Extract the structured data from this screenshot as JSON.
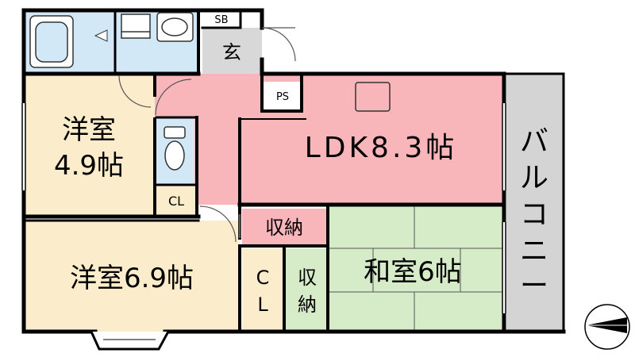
{
  "rooms": {
    "western_a": {
      "line1": "洋室",
      "line2": "4.9帖"
    },
    "western_b": "洋室6.9帖",
    "ldk": "LDK8.3帖",
    "japanese": "和室6帖",
    "entrance": "玄",
    "shoe_box": "SB",
    "pipe_space": "PS",
    "closet_a": "CL",
    "closet_b": {
      "line1": "C",
      "line2": "L"
    },
    "storage_a": "収納",
    "storage_b": {
      "line1": "収",
      "line2": "納"
    },
    "balcony": [
      "バ",
      "ル",
      "コ",
      "ニ",
      "ー"
    ]
  },
  "colors": {
    "western": "#fbeccb",
    "ldk": "#f8b6bb",
    "japanese": "#d6ecc9",
    "wet_area": "#d3e8f7",
    "entrance": "#d8d8d8",
    "balcony": "#d4d4d4",
    "wall": "#000000"
  },
  "compass": {
    "icon": "north-arrow-icon",
    "direction": "north pointing left"
  }
}
